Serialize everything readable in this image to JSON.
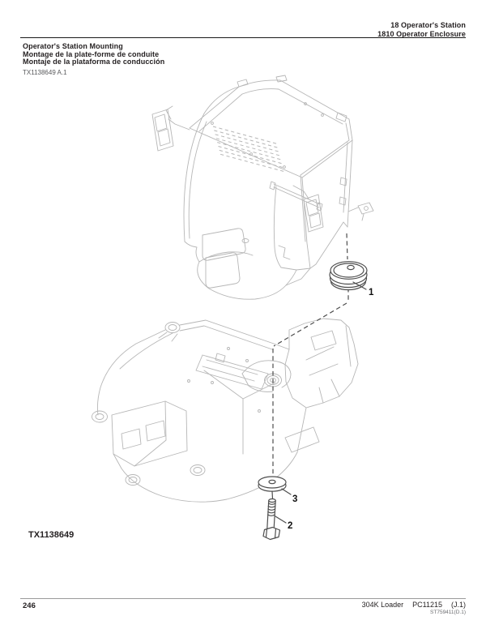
{
  "header": {
    "section_line1": "18 Operator's Station",
    "section_line2": "1810 Operator Enclosure"
  },
  "title": {
    "english": "Operator's Station Mounting",
    "french": "Montage de la plate-forme de conduite",
    "spanish": "Montaje de la plataforma de conducción"
  },
  "figure": {
    "reference": "TX1138649 A.1",
    "id": "TX1138649",
    "callouts": [
      {
        "number": "1",
        "part": "isolator-mount"
      },
      {
        "number": "2",
        "part": "bolt"
      },
      {
        "number": "3",
        "part": "washer"
      }
    ]
  },
  "footer": {
    "page_number": "246",
    "model": "304K Loader",
    "catalog_number": "PC11215",
    "version": "(J.1)",
    "footnote": "ST759411(D.1)"
  },
  "colors": {
    "line_light": "#b6b6b6",
    "line_dark": "#4d4d4d",
    "text_dark": "#231f20",
    "text_gray": "#58595b"
  }
}
